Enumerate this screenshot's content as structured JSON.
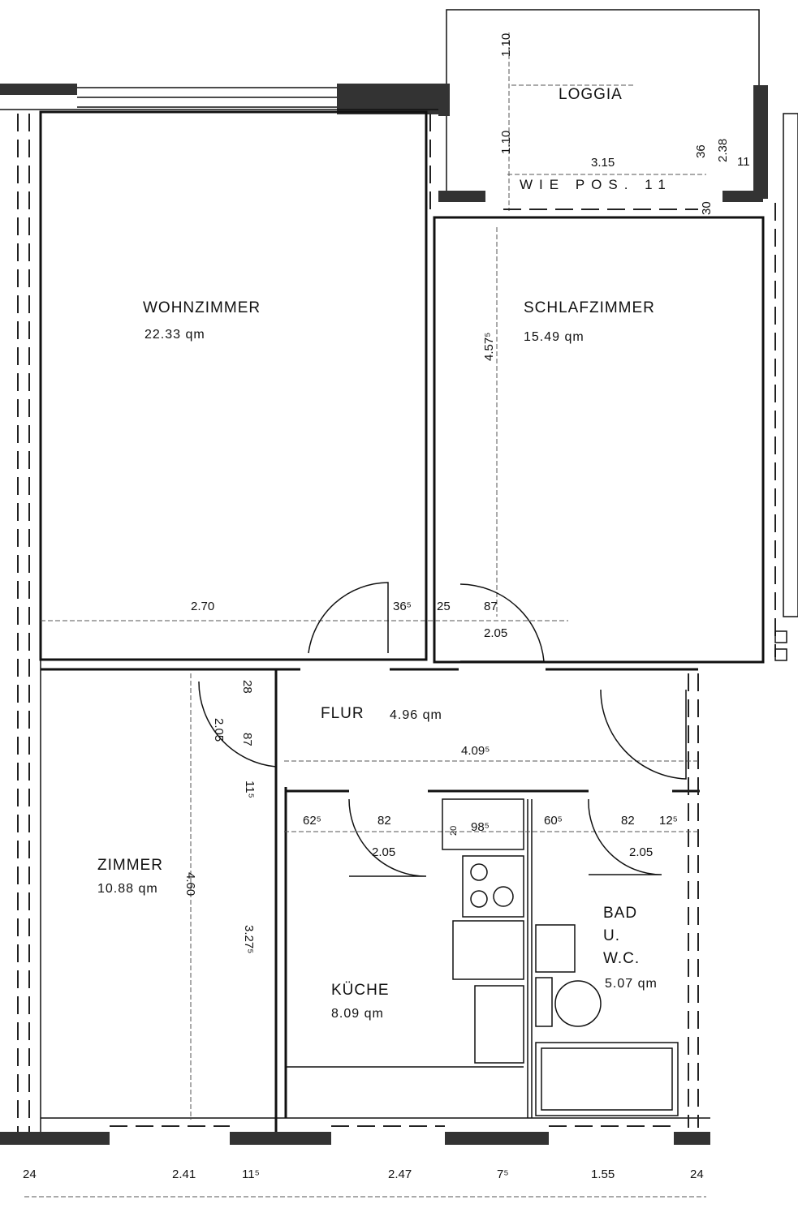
{
  "rooms": {
    "loggia": {
      "name": "LOGGIA",
      "note": "WIE POS. 11"
    },
    "wohnzimmer": {
      "name": "WOHNZIMMER",
      "area": "22.33 qm"
    },
    "schlafzimmer": {
      "name": "SCHLAFZIMMER",
      "area": "15.49 qm"
    },
    "flur": {
      "name": "FLUR",
      "area": "4.96 qm"
    },
    "zimmer": {
      "name": "ZIMMER",
      "area": "10.88 qm"
    },
    "kueche": {
      "name": "KÜCHE",
      "area": "8.09 qm"
    },
    "bad": {
      "name_1": "BAD",
      "name_2": "U.",
      "name_3": "W.C.",
      "area": "5.07 qm"
    }
  },
  "dimensions": {
    "loggia_h1": "1.10",
    "loggia_h2": "1.10",
    "loggia_w": "3.15",
    "loggia_d1": "36",
    "loggia_d2": "2.38",
    "loggia_d3": "11",
    "loggia_d4": "30",
    "schlaf_h": "4.57⁵",
    "wohn_w": "2.70",
    "d_365": "36⁵",
    "d_25": "25",
    "d_87a": "87",
    "d_205a": "2.05",
    "d_28": "28",
    "d_205b": "2.05",
    "d_87b": "87",
    "d_115": "11⁵",
    "flur_w": "4.09⁵",
    "d_625": "62⁵",
    "d_82a": "82",
    "d_205c": "2.05",
    "d_20": "20",
    "d_985": "98⁵",
    "d_605": "60⁵",
    "d_82b": "82",
    "d_125": "12⁵",
    "d_205d": "2.05",
    "zimmer_h": "4.60",
    "d_3275": "3.27⁵",
    "b_24a": "24",
    "b_241": "2.41",
    "b_115": "11⁵",
    "b_247": "2.47",
    "b_75": "7⁵",
    "b_155": "1.55",
    "b_24b": "24"
  }
}
